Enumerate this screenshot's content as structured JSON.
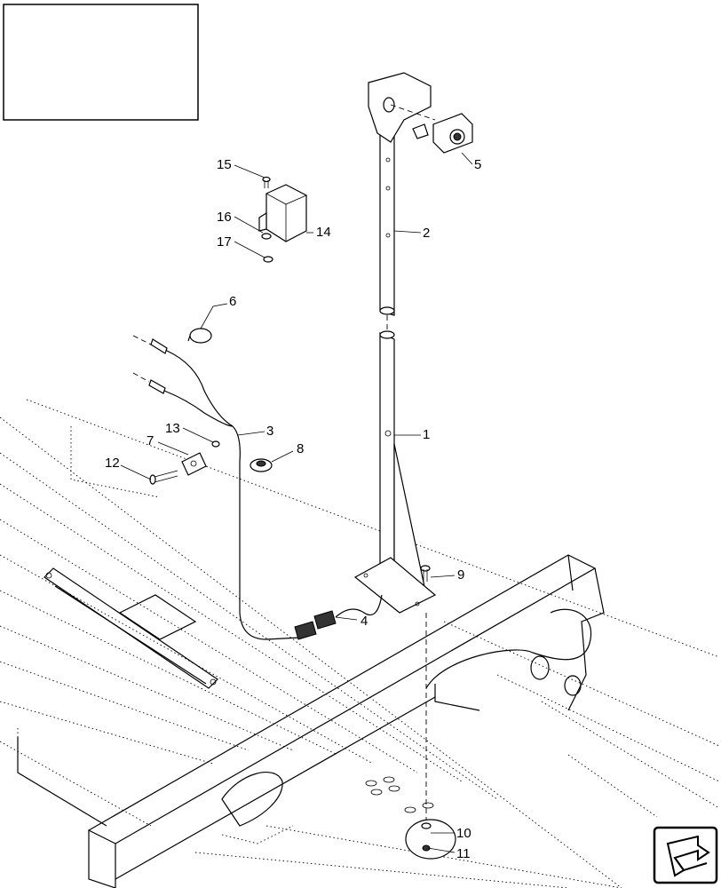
{
  "callouts": [
    {
      "id": "c1",
      "text": "1"
    },
    {
      "id": "c2",
      "text": "2"
    },
    {
      "id": "c3",
      "text": "3"
    },
    {
      "id": "c4",
      "text": "4"
    },
    {
      "id": "c5",
      "text": "5"
    },
    {
      "id": "c6",
      "text": "6"
    },
    {
      "id": "c7",
      "text": "7"
    },
    {
      "id": "c8",
      "text": "8"
    },
    {
      "id": "c9",
      "text": "9"
    },
    {
      "id": "c10",
      "text": "10"
    },
    {
      "id": "c11",
      "text": "11"
    },
    {
      "id": "c12",
      "text": "12"
    },
    {
      "id": "c13",
      "text": "13"
    },
    {
      "id": "c14",
      "text": "14"
    },
    {
      "id": "c15",
      "text": "15"
    },
    {
      "id": "c16",
      "text": "16"
    },
    {
      "id": "c17",
      "text": "17"
    }
  ],
  "nav_icon": "return-arrow-icon"
}
